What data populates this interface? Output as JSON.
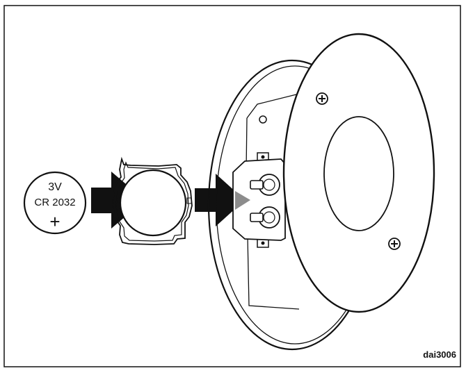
{
  "battery": {
    "voltage": "3V",
    "model": "CR 2032",
    "polarity": "+"
  },
  "figure_code": "dai3006",
  "colors": {
    "line": "#111111",
    "background": "#ffffff",
    "pointer": "#8c8c8c"
  },
  "icons": [
    "arrow-right-icon",
    "screw-icon",
    "pointer-triangle-icon"
  ]
}
